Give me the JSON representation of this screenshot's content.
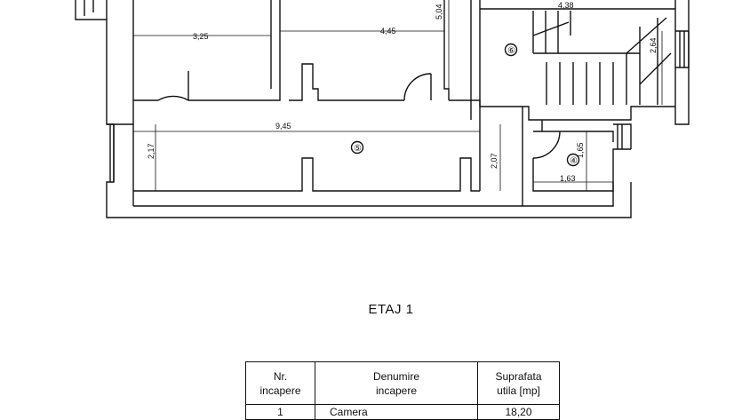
{
  "plan": {
    "dimensions": [
      "3,25",
      "4,45",
      "5,04",
      "4,38",
      "2,64",
      "9,45",
      "2,17",
      "2,07",
      "1,65",
      "1,63"
    ],
    "rooms": [
      "⑥",
      "⑤",
      "④"
    ]
  },
  "floor_title": "ETAJ 1",
  "table": {
    "headers": [
      [
        "Nr.",
        "incapere"
      ],
      [
        "Denumire",
        "incapere"
      ],
      [
        "Suprafata",
        "utila [mp]"
      ]
    ],
    "rows": [
      {
        "nr": "1",
        "name": "Camera",
        "area": "18,20"
      }
    ]
  }
}
